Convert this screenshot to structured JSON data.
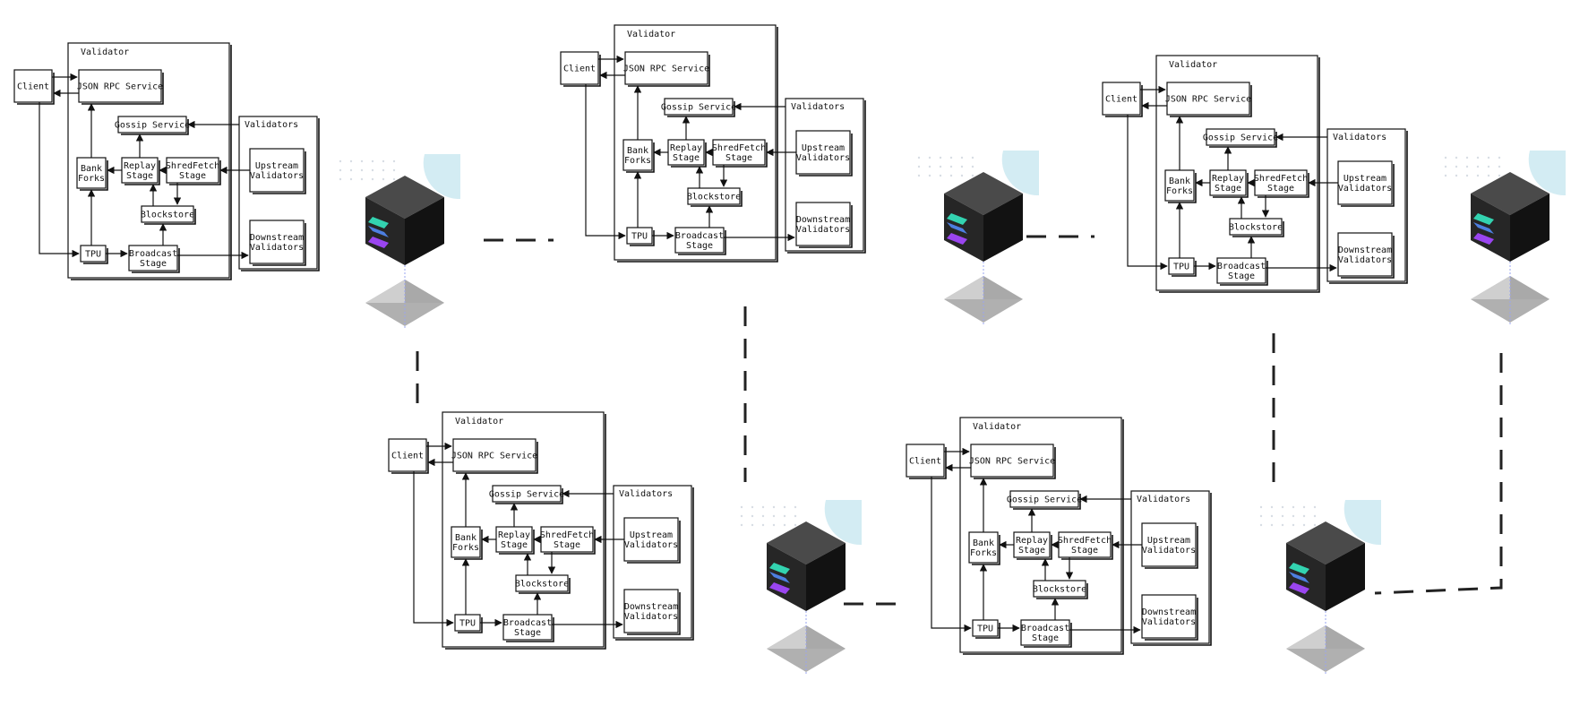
{
  "labels": {
    "validator": "Validator",
    "client": "Client",
    "json_rpc": "JSON RPC Service",
    "gossip": "Gossip Service",
    "validators": "Validators",
    "bank_forks": [
      "Bank",
      "Forks"
    ],
    "replay_stage": [
      "Replay",
      "Stage"
    ],
    "shredfetch_stage": [
      "ShredFetch",
      "Stage"
    ],
    "upstream_validators": [
      "Upstream",
      "Validators"
    ],
    "blockstore": "Blockstore",
    "tpu": "TPU",
    "broadcast_stage": [
      "Broadcast",
      "Stage"
    ],
    "downstream_validators": [
      "Downstream",
      "Validators"
    ]
  },
  "nodes": [
    {
      "id": "node-1"
    },
    {
      "id": "node-2"
    },
    {
      "id": "node-3"
    },
    {
      "id": "node-4"
    },
    {
      "id": "node-5"
    }
  ],
  "links": [
    {
      "from": "node-1",
      "to": "node-2"
    },
    {
      "from": "node-2",
      "to": "node-3"
    },
    {
      "from": "node-1",
      "to": "node-4"
    },
    {
      "from": "node-2",
      "to": "node-4"
    },
    {
      "from": "node-4",
      "to": "node-5"
    },
    {
      "from": "node-3",
      "to": "node-5"
    },
    {
      "from": "node-3",
      "to": "node-5"
    }
  ],
  "colors": {
    "ink": "#111111",
    "cube_top": "#4a4a4a",
    "cube_left": "#262626",
    "cube_right": "#121212",
    "logo_teal": "#33d3b0",
    "logo_blue": "#4d7fe0",
    "logo_purple": "#9a45f0",
    "halo": "#d3ecf3",
    "dots": "#d7dde4",
    "base": "#707070"
  },
  "icons": {
    "server": "server-cube-icon",
    "logo": "solana-logo-icon"
  }
}
